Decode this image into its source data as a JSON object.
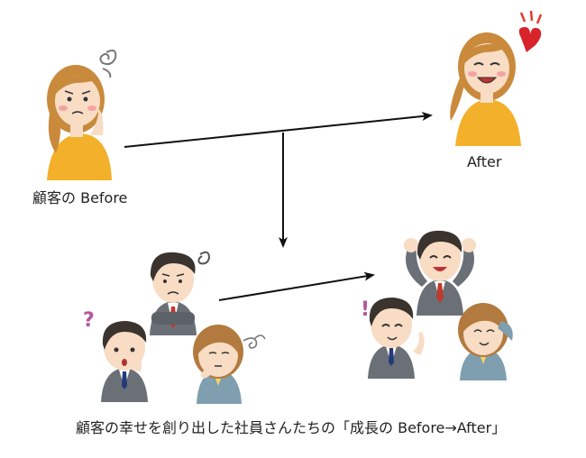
{
  "labels": {
    "customer_before": "顧客の Before",
    "customer_after": "After",
    "caption": "顧客の幸せを創り出した社員さんたちの「成長の Before→After」"
  },
  "colors": {
    "skin": "#f8dcc4",
    "woman_hair": "#c98a3c",
    "woman_shirt": "#f3b12b",
    "man_hair": "#3b332e",
    "suit": "#6b7077",
    "tie": "#c0392b",
    "heart": "#d8232a",
    "arrow": "#111111"
  },
  "icons": [
    "worry-swirl-icon",
    "heart-icon",
    "question-mark-icon",
    "exclamation-icon"
  ]
}
